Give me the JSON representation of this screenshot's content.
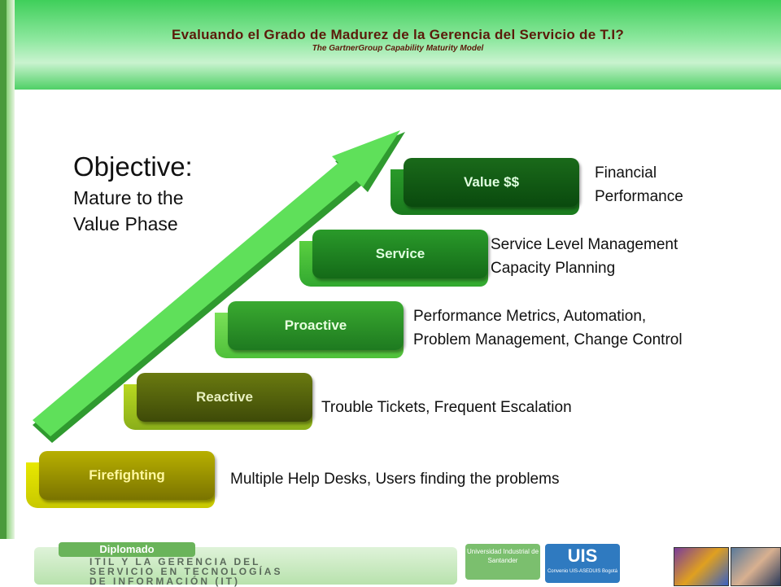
{
  "header": {
    "title": "Evaluando el Grado de Madurez de la Gerencia del Servicio de T.I?",
    "subtitle": "The GartnerGroup Capability Maturity Model"
  },
  "objective": {
    "heading": "Objective:",
    "line1": "Mature to the",
    "line2": "Value Phase"
  },
  "steps": [
    {
      "label": "Firefighting",
      "desc1": "Multiple Help Desks, Users finding the problems",
      "desc2": ""
    },
    {
      "label": "Reactive",
      "desc1": "Trouble Tickets, Frequent Escalation",
      "desc2": ""
    },
    {
      "label": "Proactive",
      "desc1": "Performance Metrics, Automation,",
      "desc2": "Problem Management, Change Control"
    },
    {
      "label": "Service",
      "desc1": "Service Level Management",
      "desc2": "Capacity Planning"
    },
    {
      "label": "Value  $$",
      "desc1": "Financial",
      "desc2": "Performance"
    }
  ],
  "footer": {
    "tab": "Diplomado",
    "line1": "ITIL Y LA GERENCIA DEL",
    "line2": "SERVICIO EN TECNOLOGÍAS",
    "line3": "DE INFORMACIÓN (IT)",
    "logo1": "Universidad Industrial de Santander",
    "logo2": "UIS",
    "logo2_sub": "Convenio UIS-ASEDUIS Bogotá"
  },
  "colors": {
    "title": "#5b1a0a",
    "arrow": "#4fd04a",
    "step_firefighting": "#c8c800",
    "step_reactive": "#8aae1a",
    "step_proactive": "#5ccc3a",
    "step_service": "#3fb83a",
    "step_value": "#1f8a28"
  }
}
